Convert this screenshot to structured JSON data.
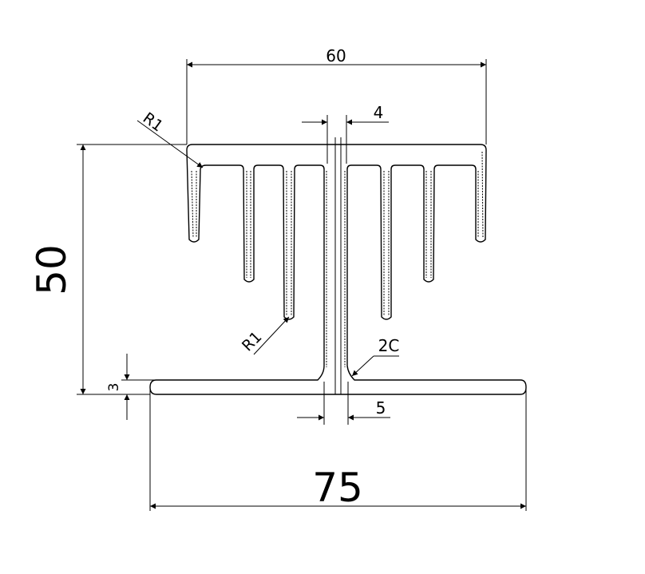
{
  "dimensions": {
    "top_width": "60",
    "web_top": "4",
    "radius_top": "R1",
    "height": "50",
    "radius_bottom": "R1",
    "chamfer": "2C",
    "base_thickness": "3",
    "web_bottom": "5",
    "base_width": "75"
  }
}
